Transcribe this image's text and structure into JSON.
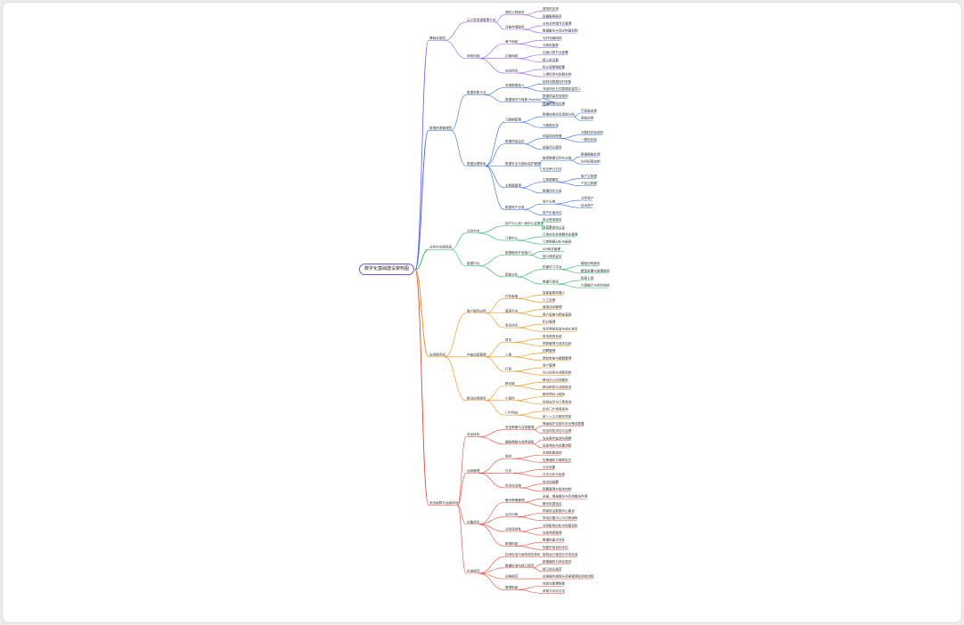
{
  "root": {
    "label": "数字化基础建设架构图",
    "children": [
      {
        "label": "基础设施层",
        "color": "#8a5cf6",
        "children": [
          {
            "label": "云计算资源管理平台",
            "children": [
              {
                "label": "弹性计算服务",
                "children": [
                  {
                    "label": "虚拟机实例"
                  },
                  {
                    "label": "容器集群服务"
                  }
                ]
              },
              {
                "label": "对象存储服务",
                "children": [
                  {
                    "label": "分布式存储节点管理"
                  },
                  {
                    "label": "数据备份与容灾恢复机制"
                  }
                ]
              }
            ]
          },
          {
            "label": "网络设施",
            "children": [
              {
                "label": "骨干网络",
                "children": [
                  {
                    "label": "光纤传输网络"
                  },
                  {
                    "label": "交换机集群"
                  }
                ]
              },
              {
                "label": "边缘网络",
                "children": [
                  {
                    "label": "边缘计算节点部署"
                  },
                  {
                    "label": "接入层设备"
                  }
                ]
              },
              {
                "label": "安全网关",
                "children": [
                  {
                    "label": "防火墙策略配置"
                  },
                  {
                    "label": "入侵检测与防御系统"
                  }
                ]
              }
            ]
          }
        ]
      },
      {
        "label": "数据资源管理层",
        "color": "#2f6be0",
        "children": [
          {
            "label": "数据采集平台",
            "children": [
              {
                "label": "多源数据接入",
                "children": [
                  {
                    "label": "结构化数据实时采集"
                  },
                  {
                    "label": "非结构化日志数据批量导入"
                  }
                ]
              },
              {
                "label": "数据清洗与转换 Pipeline",
                "children": [
                  {
                    "label": "数据质量校验规则"
                  },
                  {
                    "label": "数据标准化处理"
                  }
                ]
              }
            ]
          },
          {
            "label": "数据治理体系",
            "children": [
              {
                "label": "元数据管理",
                "children": [
                  {
                    "label": "数据血缘关系追踪分析",
                    "children": [
                      {
                        "label": "字段级血缘"
                      },
                      {
                        "label": "表级血缘"
                      }
                    ]
                  },
                  {
                    "label": "元数据目录"
                  }
                ]
              },
              {
                "label": "数据质量监控",
                "children": [
                  {
                    "label": "质量规则配置",
                    "children": [
                      {
                        "label": "完整性校验规则"
                      },
                      {
                        "label": "一致性校验"
                      }
                    ]
                  },
                  {
                    "label": "质量评分报告"
                  }
                ]
              },
              {
                "label": "数据安全与隐私保护管理",
                "children": [
                  {
                    "label": "敏感数据识别与分级",
                    "children": [
                      {
                        "label": "数据脱敏处理"
                      },
                      {
                        "label": "访问权限控制"
                      }
                    ]
                  },
                  {
                    "label": "安全审计日志"
                  }
                ]
              },
              {
                "label": "主数据管理",
                "children": [
                  {
                    "label": "主数据模型",
                    "children": [
                      {
                        "label": "客户主数据"
                      },
                      {
                        "label": "产品主数据"
                      }
                    ]
                  },
                  {
                    "label": "数据同步分发"
                  }
                ]
              },
              {
                "label": "数据资产目录",
                "children": [
                  {
                    "label": "资产分类",
                    "children": [
                      {
                        "label": "业务资产"
                      },
                      {
                        "label": "技术资产"
                      }
                    ]
                  },
                  {
                    "label": "资产价值评估"
                  }
                ]
              }
            ]
          }
        ]
      },
      {
        "label": "业务中台服务层",
        "color": "#1fb35c",
        "children": [
          {
            "label": "业务中台",
            "children": [
              {
                "label": "用户中心统一身份认证服务",
                "children": [
                  {
                    "label": "单点登录服务"
                  },
                  {
                    "label": "多因素身份认证"
                  }
                ]
              },
              {
                "label": "订单中心",
                "children": [
                  {
                    "label": "订单全生命周期状态管理"
                  },
                  {
                    "label": "订单数据分析与报表"
                  }
                ]
              }
            ]
          },
          {
            "label": "数据中台",
            "children": [
              {
                "label": "数据服务开放接口",
                "children": [
                  {
                    "label": "API网关管理"
                  },
                  {
                    "label": "接口调用监控"
                  }
                ]
              },
              {
                "label": "智能分析",
                "children": [
                  {
                    "label": "机器学习平台",
                    "children": [
                      {
                        "label": "模型训练服务"
                      },
                      {
                        "label": "模型部署与推理服务"
                      }
                    ]
                  },
                  {
                    "label": "数据可视化",
                    "children": [
                      {
                        "label": "报表工具"
                      },
                      {
                        "label": "大屏展示与实时监控"
                      }
                    ]
                  }
                ]
              }
            ]
          }
        ]
      },
      {
        "label": "应用服务层",
        "color": "#ef8a0b",
        "children": [
          {
            "label": "客户服务应用",
            "children": [
              {
                "label": "在线客服",
                "children": [
                  {
                    "label": "智能客服机器人"
                  },
                  {
                    "label": "人工坐席"
                  }
                ]
              },
              {
                "label": "营销平台",
                "children": [
                  {
                    "label": "营销活动管理"
                  },
                  {
                    "label": "客户画像与精准营销"
                  }
                ]
              },
              {
                "label": "会员体系",
                "children": [
                  {
                    "label": "积分管理"
                  },
                  {
                    "label": "会员等级权益与成长体系"
                  }
                ]
              }
            ]
          },
          {
            "label": "内部运营管理",
            "children": [
              {
                "label": "财务",
                "children": [
                  {
                    "label": "财务核算系统"
                  },
                  {
                    "label": "预算管理与成本控制"
                  }
                ]
              },
              {
                "label": "人事",
                "children": [
                  {
                    "label": "招聘管理"
                  },
                  {
                    "label": "绩效考核与薪酬管理"
                  }
                ]
              },
              {
                "label": "行政",
                "children": [
                  {
                    "label": "资产管理"
                  },
                  {
                    "label": "办公协同与流程审批"
                  }
                ]
              }
            ]
          },
          {
            "label": "移动应用服务",
            "children": [
              {
                "label": "移动端",
                "children": [
                  {
                    "label": "移动办公应用程序"
                  },
                  {
                    "label": "移动审批与消息推送"
                  }
                ]
              },
              {
                "label": "小程序",
                "children": [
                  {
                    "label": "服务预约小程序"
                  },
                  {
                    "label": "在线支付与订单查询"
                  }
                ]
              },
              {
                "label": "门户网站",
                "children": [
                  {
                    "label": "企业门户信息发布"
                  },
                  {
                    "label": "统一入口与服务导航"
                  }
                ]
              }
            ]
          }
        ]
      },
      {
        "label": "安全保障与运维体系",
        "color": "#e8422d",
        "children": [
          {
            "label": "安全体系",
            "children": [
              {
                "label": "安全策略与合规管理",
                "children": [
                  {
                    "label": "等级保护合规与安全基线配置"
                  },
                  {
                    "label": "安全风险评估与治理"
                  }
                ]
              },
              {
                "label": "威胁情报与态势感知",
                "children": [
                  {
                    "label": "安全事件监测与预警"
                  },
                  {
                    "label": "应急响应与处置流程"
                  }
                ]
              }
            ]
          },
          {
            "label": "运维管理",
            "children": [
              {
                "label": "监控",
                "children": [
                  {
                    "label": "系统性能监控"
                  },
                  {
                    "label": "告警通知与故障定位"
                  }
                ]
              },
              {
                "label": "日志",
                "children": [
                  {
                    "label": "日志采集"
                  },
                  {
                    "label": "日志分析与检索"
                  }
                ]
              },
              {
                "label": "自动化运维",
                "children": [
                  {
                    "label": "自动化部署"
                  },
                  {
                    "label": "配置管理与版本控制"
                  }
                ]
              }
            ]
          },
          {
            "label": "灾备体系",
            "children": [
              {
                "label": "备份策略管理",
                "children": [
                  {
                    "label": "全量、增量备份与异地备份存储"
                  },
                  {
                    "label": "备份恢复验证"
                  }
                ]
              },
              {
                "label": "容灾切换",
                "children": [
                  {
                    "label": "同城双活数据中心建设"
                  },
                  {
                    "label": "异地灾备中心与切换演练"
                  }
                ]
              },
              {
                "label": "业务连续性",
                "children": [
                  {
                    "label": "业务影响分析与恢复目标"
                  },
                  {
                    "label": "应急预案管理"
                  }
                ]
              },
              {
                "label": "数据恢复",
                "children": [
                  {
                    "label": "数据恢复点目标"
                  },
                  {
                    "label": "恢复时间目标评估"
                  }
                ]
              }
            ]
          },
          {
            "label": "标准规范",
            "children": [
              {
                "label": "技术标准与架构规范体系",
                "children": [
                  {
                    "label": "架构设计规范与开发标准"
                  }
                ]
              },
              {
                "label": "数据标准与接口规范",
                "children": [
                  {
                    "label": "数据编码与命名规范"
                  },
                  {
                    "label": "接口协议规范"
                  }
                ]
              },
              {
                "label": "运维规范",
                "children": [
                  {
                    "label": "运维操作规程与变更管理及审批流程"
                  }
                ]
              },
              {
                "label": "管理制度",
                "children": [
                  {
                    "label": "信息化管理制度"
                  },
                  {
                    "label": "考核与评价办法"
                  }
                ]
              }
            ]
          }
        ]
      }
    ]
  }
}
